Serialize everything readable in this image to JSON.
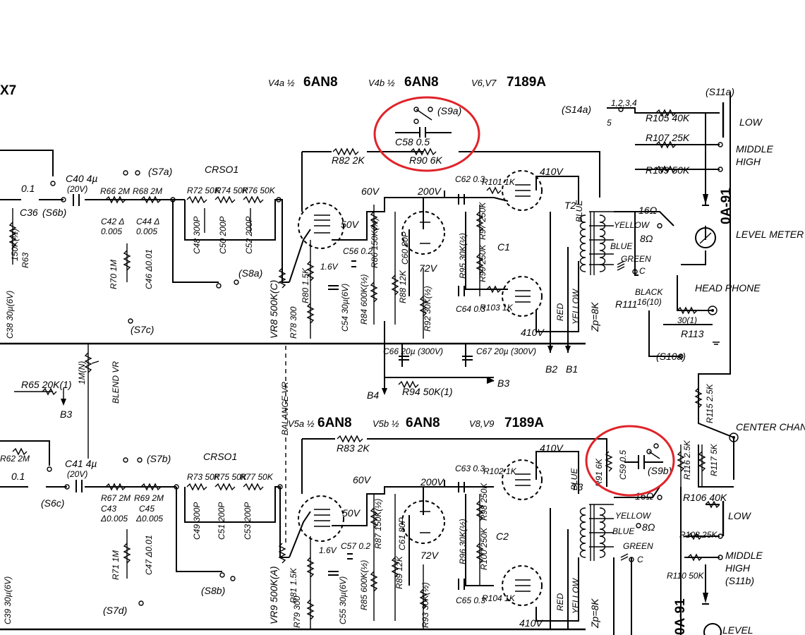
{
  "tube_headers": {
    "top_v4a": "V4a ½",
    "top_v4a_type": "6AN8",
    "top_v4b": "V4b ½",
    "top_v4b_type": "6AN8",
    "top_v67": "V6,V7",
    "top_v67_type": "7189A",
    "bot_v5a": "V5a ½",
    "bot_v5a_type": "6AN8",
    "bot_v5b": "V5b ½",
    "bot_v5b_type": "6AN8",
    "bot_v89": "V8,V9",
    "bot_v89_type": "7189A",
    "corner": "X7"
  },
  "top_channel": {
    "r82": "R82 2K",
    "r90": "R90 6K",
    "c58": "C58 0.5",
    "s9a": "(S9a)",
    "s14a": "(S14a)",
    "s11a": "(S11a)",
    "sw_pos": "1,2,3,4",
    "sw_5": "5",
    "r105": "R105 40K",
    "r107": "R107 25K",
    "r109": "R109 50K",
    "low": "LOW",
    "middle": "MIDDLE",
    "high": "HIGH",
    "oa91": "0A-91",
    "level_meter": "LEVEL METER",
    "head_phone": "HEAD PHONE",
    "black": "BLACK",
    "r111": "R111",
    "r113_val": "30(1)",
    "r113": "R113",
    "black_val": "16(10)",
    "s10a": "(S10a)",
    "z16": "16Ω",
    "z8": "8Ω",
    "yellow": "YELLOW",
    "blue": "BLUE",
    "green": "GREEN",
    "red": "RED",
    "com": "C",
    "t2": "T2",
    "zp": "Zp=8K",
    "v410_top": "410V",
    "v410_bot": "410V",
    "c40": "C40 4µ",
    "c40_v": "(20V)",
    "c36": "C36",
    "c36_val": "0.1",
    "s6b": "(S6b)",
    "s7a": "(S7a)",
    "r66": "R66 2M",
    "r68": "R68 2M",
    "c42": "C42 Δ",
    "c42_val": "0.005",
    "c44": "C44 Δ",
    "c44_val": "0.005",
    "r70": "R70 1M",
    "c46": "C46 Δ0.01",
    "s7c": "(S7c)",
    "crso1": "CRSO1",
    "r72": "R72 50K",
    "r74": "R74 50K",
    "r76": "R76 50K",
    "c48": "C48 300P",
    "c50": "C50 200P",
    "c52": "C52 200P",
    "s8a": "(S8a)",
    "vr8": "VR8 500K(C)",
    "r63": "R63",
    "r63_val": "150K(½)",
    "c38": "C38 30µ(6V)",
    "r65": "R65 20K(1)",
    "b3_left": "B3",
    "blend_vr": "BLEND VR",
    "blend_val": "1M(N)",
    "balance_vr": "BALANCE VR",
    "v60": "60V",
    "v50": "50V",
    "v200": "200V",
    "v72": "72V",
    "v16": "1.6V",
    "c56": "C56 0.2",
    "r86": "R86 150K(½)",
    "r84": "R84 600K(½)",
    "c54": "C54 30µ(6V)",
    "r80": "R80 1.5K",
    "r78": "R78 300",
    "c60": "C60 80P",
    "r88": "R88 12K",
    "r92": "R92 30K(½)",
    "c62": "C62 0.3",
    "c64": "C64 0.3",
    "r101": "R101 1K",
    "r103": "R103 1K",
    "r95": "R95 30K(½)",
    "r97": "R97 250K",
    "r99": "R99 250K",
    "c1": "C1",
    "c66": "C66 20µ (300V)",
    "c67": "C67 20µ (300V)",
    "r94": "R94 50K(1)",
    "b1": "B1",
    "b2": "B2",
    "b3": "B3",
    "b4": "B4",
    "r115": "R115 2.5K",
    "center_out": "CENTER CHANNEL OUT PUT"
  },
  "bottom_channel": {
    "r83": "R83 2K",
    "r91": "R91 6K",
    "c59": "C59 0.5",
    "s9b": "(S9b)",
    "r116": "R116 2.5K",
    "r117": "R117 5K",
    "r106": "R106 40K",
    "r108": "R108 25K",
    "r110": "R110 50K",
    "low": "LOW",
    "middle": "MIDDLE",
    "high": "HIGH",
    "s11b": "(S11b)",
    "oa91": "0A-91",
    "level": "LEVEL",
    "t3": "T3",
    "zp": "Zp=8K",
    "z16": "16Ω",
    "z8": "8Ω",
    "yellow": "YELLOW",
    "blue": "BLUE",
    "green": "GREEN",
    "red": "RED",
    "com": "C",
    "v410_top": "410V",
    "v410_bot": "410V",
    "c41": "C41 4µ",
    "c41_v": "(20V)",
    "r62": "R62 2M",
    "c37_val": "0.1",
    "s6c": "(S6c)",
    "s7b": "(S7b)",
    "r67": "R67 2M",
    "r69": "R69 2M",
    "c43": "C43",
    "c43_val": "Δ0.005",
    "c45": "C45",
    "c45_val": "Δ0.005",
    "r71": "R71 1M",
    "c47": "C47 Δ0.01",
    "s7d": "(S7d)",
    "crso1": "CRSO1",
    "r73": "R73 50K",
    "r75": "R75 50K",
    "r77": "R77 50K",
    "c49": "C49 300P",
    "c51": "C51 200P",
    "c53": "C53 200P",
    "s8b": "(S8b)",
    "vr9": "VR9 500K(A)",
    "c39": "C39 30µ(6V)",
    "v60": "60V",
    "v50": "50V",
    "v200": "200V",
    "v72": "72V",
    "v16": "1.6V",
    "c57": "C57 0.2",
    "r87": "R87 150K(½)",
    "r85": "R85 600K(½)",
    "c55": "C55 30µ(6V)",
    "r81": "R81 1.5K",
    "r79": "R79 300",
    "c61": "C61 80P",
    "r89": "R89 12K",
    "r93": "R93 30K(½)",
    "c63": "C63 0.3",
    "c65": "C65 0.3",
    "r102": "R102 1K",
    "r104": "R104 1K",
    "r96": "R96 30K(½)",
    "r98": "R98 250K",
    "r100": "R100 250K",
    "c2": "C2"
  },
  "highlight_color": "#e0232a",
  "ink_color": "#000000"
}
